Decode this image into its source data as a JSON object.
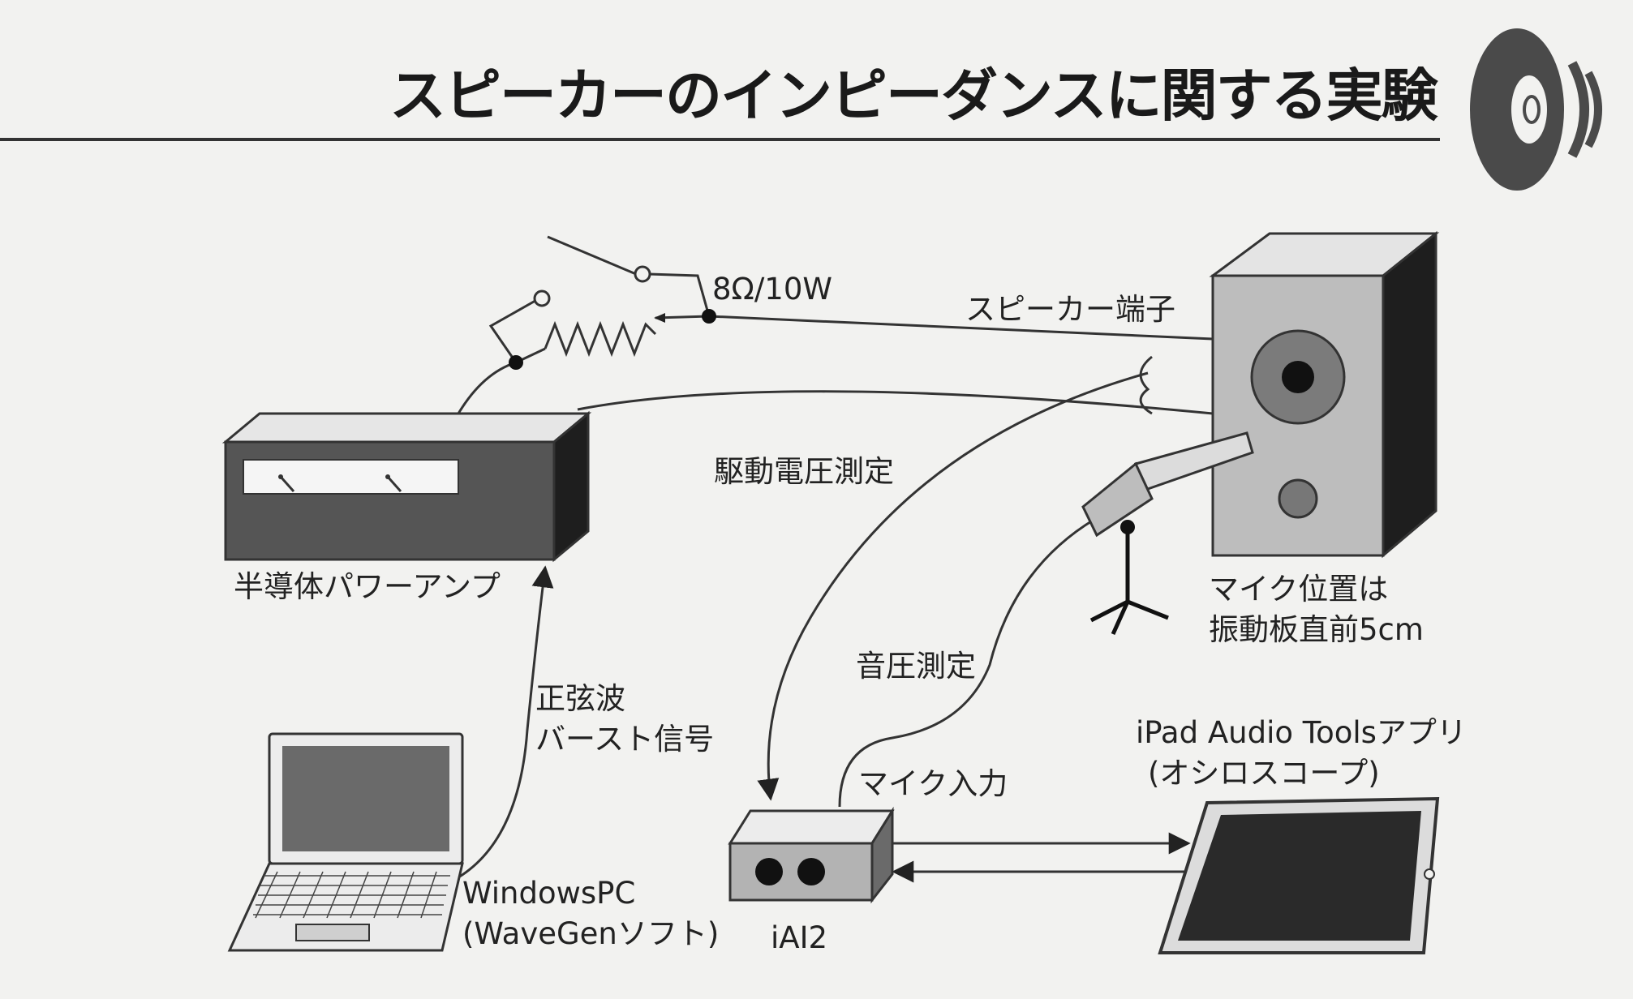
{
  "title": "スピーカーのインピーダンスに関する実験",
  "labels": {
    "resistor": "8Ω/10W",
    "speaker_terminal": "スピーカー端子",
    "amp": "半導体パワーアンプ",
    "drive_voltage": "駆動電圧測定",
    "mic_position_line1": "マイク位置は",
    "mic_position_line2": "振動板直前5cm",
    "sound_pressure": "音圧測定",
    "sine_line1": "正弦波",
    "sine_line2": "バースト信号",
    "pc_line1": "WindowsPC",
    "pc_line2": "(WaveGenソフト)",
    "mic_input": "マイク入力",
    "ipad_line1": "iPad Audio Toolsアプリ",
    "ipad_line2": "(オシロスコープ)",
    "interface": "iAI2"
  },
  "icons": [
    "speaker-icon",
    "switch-icon",
    "resistor-icon",
    "amplifier-icon",
    "speaker-cabinet-icon",
    "microphone-icon",
    "laptop-icon",
    "audio-interface-icon",
    "tablet-icon"
  ]
}
